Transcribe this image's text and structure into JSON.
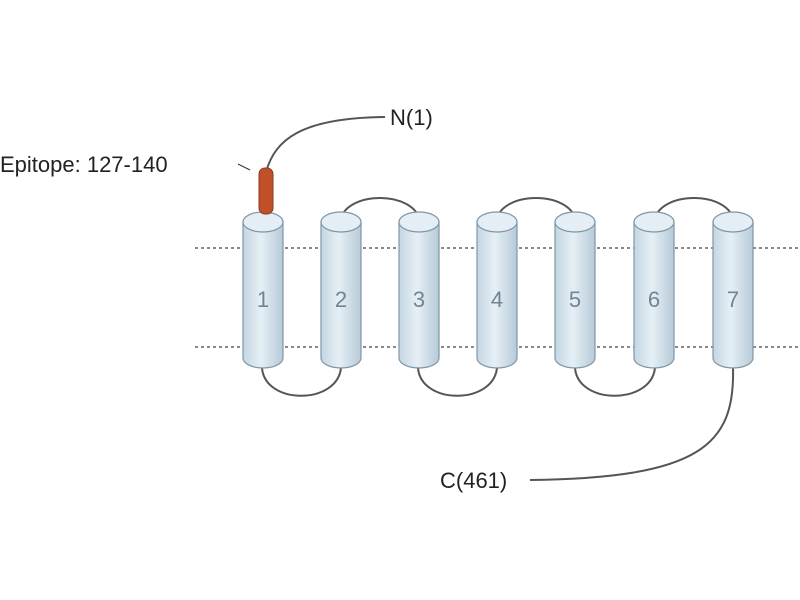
{
  "labels": {
    "n_terminus": "N(1)",
    "c_terminus": "C(461)",
    "epitope": "Epitope: 127-140"
  },
  "helices": [
    {
      "number": "1"
    },
    {
      "number": "2"
    },
    {
      "number": "3"
    },
    {
      "number": "4"
    },
    {
      "number": "5"
    },
    {
      "number": "6"
    },
    {
      "number": "7"
    }
  ],
  "colors": {
    "helix_fill": "#cfe0ea",
    "helix_stroke": "#7f96a8",
    "epitope": "#c0502a",
    "loop": "#555555"
  }
}
